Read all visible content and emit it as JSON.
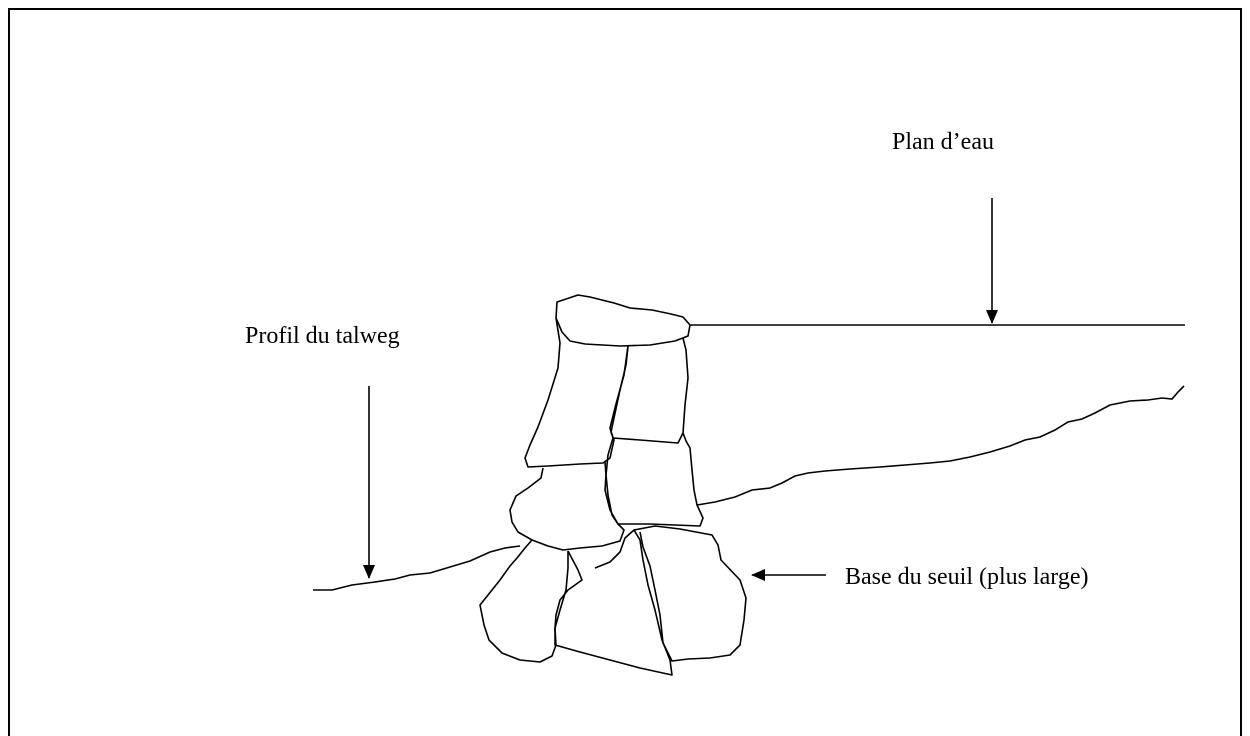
{
  "labels": {
    "plan_eau": "Plan d’eau",
    "profil_talweg": "Profil du talweg",
    "base_seuil": "Base du seuil (plus large)"
  },
  "colors": {
    "stroke": "#000000",
    "background": "#ffffff"
  }
}
